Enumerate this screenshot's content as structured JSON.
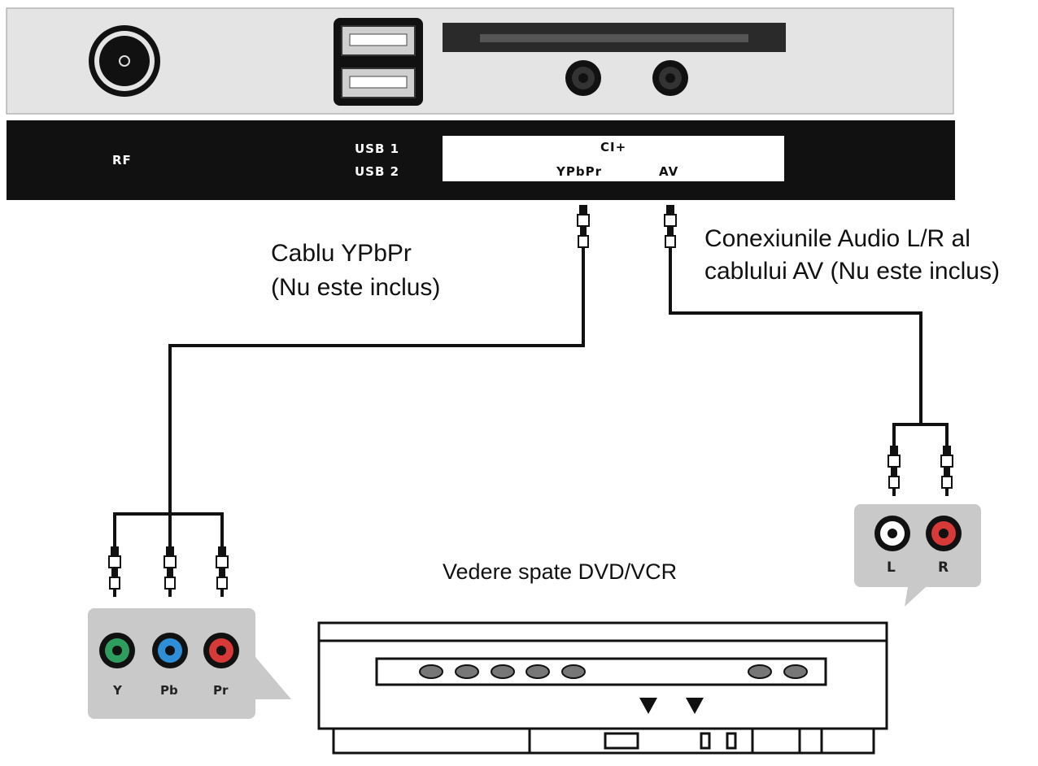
{
  "tv_panel": {
    "rf_label": "RF",
    "usb1_label": "USB 1",
    "usb2_label": "USB 2",
    "ci_label": "CI+",
    "ypbpr_label": "YPbPr",
    "av_label": "AV"
  },
  "captions": {
    "ypbpr_cable_line1": "Cablu YPbPr",
    "ypbpr_cable_line2": "(Nu este inclus)",
    "audio_cable_line1": "Conexiunile Audio L/R al",
    "audio_cable_line2": "cablului AV (Nu este inclus)",
    "dvd_rear_view": "Vedere spate DVD/VCR"
  },
  "ypbpr_jacks": {
    "y_label": "Y",
    "pb_label": "Pb",
    "pr_label": "Pr"
  },
  "audio_jacks": {
    "l_label": "L",
    "r_label": "R"
  },
  "colors": {
    "y_jack": "#2e9e5e",
    "pb_jack": "#2f8fd6",
    "pr_jack": "#d83a3a",
    "r_jack": "#d83a3a",
    "panel_gray": "#e4e4e4",
    "panel_black": "#111111",
    "bubble_gray": "#c9c9c9"
  }
}
